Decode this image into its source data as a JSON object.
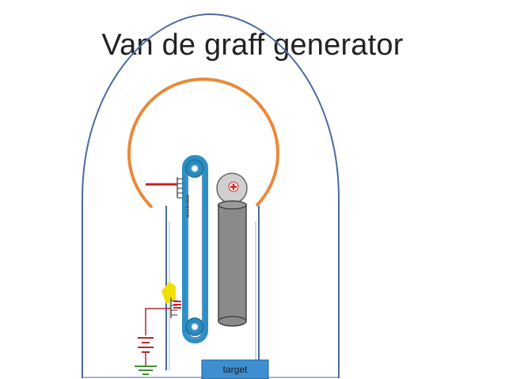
{
  "title": "Van de graff generator",
  "labels": {
    "target": "target",
    "belt_text": "accelerated"
  },
  "colors": {
    "chamber_outline": "#4a6aa4",
    "dome": "#e88a3a",
    "belt": "#2d8fc6",
    "belt_inner": "#1b6f9a",
    "pulley": "#2b8ac0",
    "tube_wall": "#4a6aa4",
    "column": "#888888",
    "ion_source": "#cccccc",
    "positive_charge": "#d62020",
    "wire": "#b02a2a",
    "ground": "#3e8a2e",
    "spray_comb": "#c81e1e",
    "corona_spray": "#f0e000",
    "target_box": "#3d8fd1"
  },
  "icons": [
    "pulley-star-icon",
    "positive-ion-icon",
    "battery-icon",
    "ground-icon"
  ]
}
